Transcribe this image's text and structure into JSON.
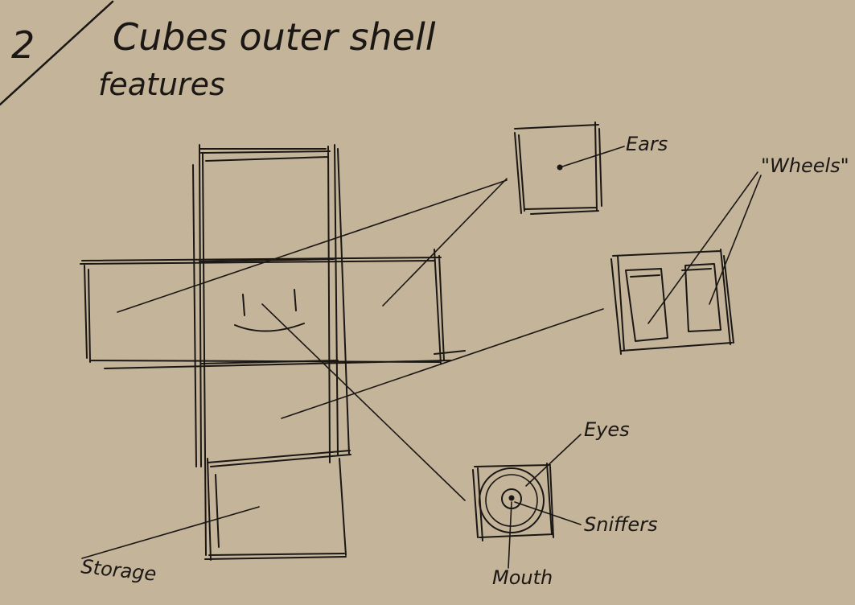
{
  "header": {
    "number": "2",
    "title": "Cubes outer shell",
    "subtitle": "features"
  },
  "labels": {
    "ears": "Ears",
    "wheels": "\"Wheels\"",
    "eyes": "Eyes",
    "sniffers": "Sniffers",
    "mouth": "Mouth",
    "storage": "Storage"
  },
  "colors": {
    "paper": "#c4b49a",
    "ink": "#1a1714"
  }
}
